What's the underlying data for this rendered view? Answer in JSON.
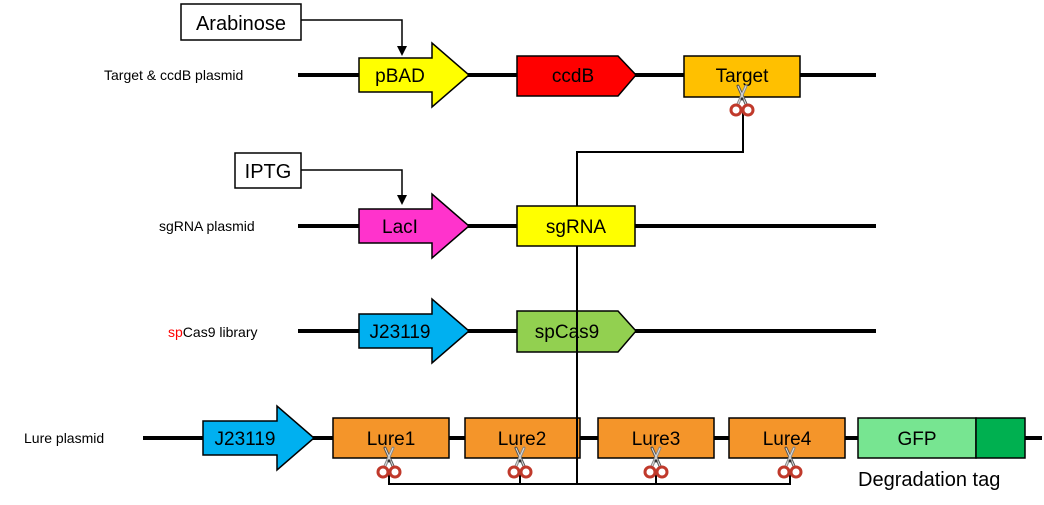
{
  "inducers": {
    "arabinose": "Arabinose",
    "iptg": "IPTG"
  },
  "plasmids": {
    "target_ccdb": "Target & ccdB plasmid",
    "sgrna": "sgRNA plasmid",
    "cas9_prefix": "sp",
    "cas9_suffix": "Cas9 library",
    "lure": "Lure plasmid"
  },
  "parts": {
    "pbad": "pBAD",
    "ccdb": "ccdB",
    "target": "Target",
    "laci": "LacI",
    "sgrna": "sgRNA",
    "j23119_a": "J23119",
    "spcas9": "spCas9",
    "j23119_b": "J23119",
    "lure1": "Lure1",
    "lure2": "Lure2",
    "lure3": "Lure3",
    "lure4": "Lure4",
    "gfp": "GFP",
    "degradation_tag": "Degradation tag"
  },
  "colors": {
    "promoter_yellow": "#ffff00",
    "ccdb_red": "#ff0000",
    "target_orange": "#ffc000",
    "laci_magenta": "#ff33cc",
    "sgrna_yellow": "#ffff00",
    "j23119_blue": "#00b0f0",
    "spcas9_green": "#92d050",
    "lure_orange": "#f4952a",
    "gfp_green": "#77e591",
    "deg_tag_green": "#00b050",
    "cas9_prefix_red": "#ff0000"
  },
  "icons": {
    "scissors": "scissors-icon"
  }
}
